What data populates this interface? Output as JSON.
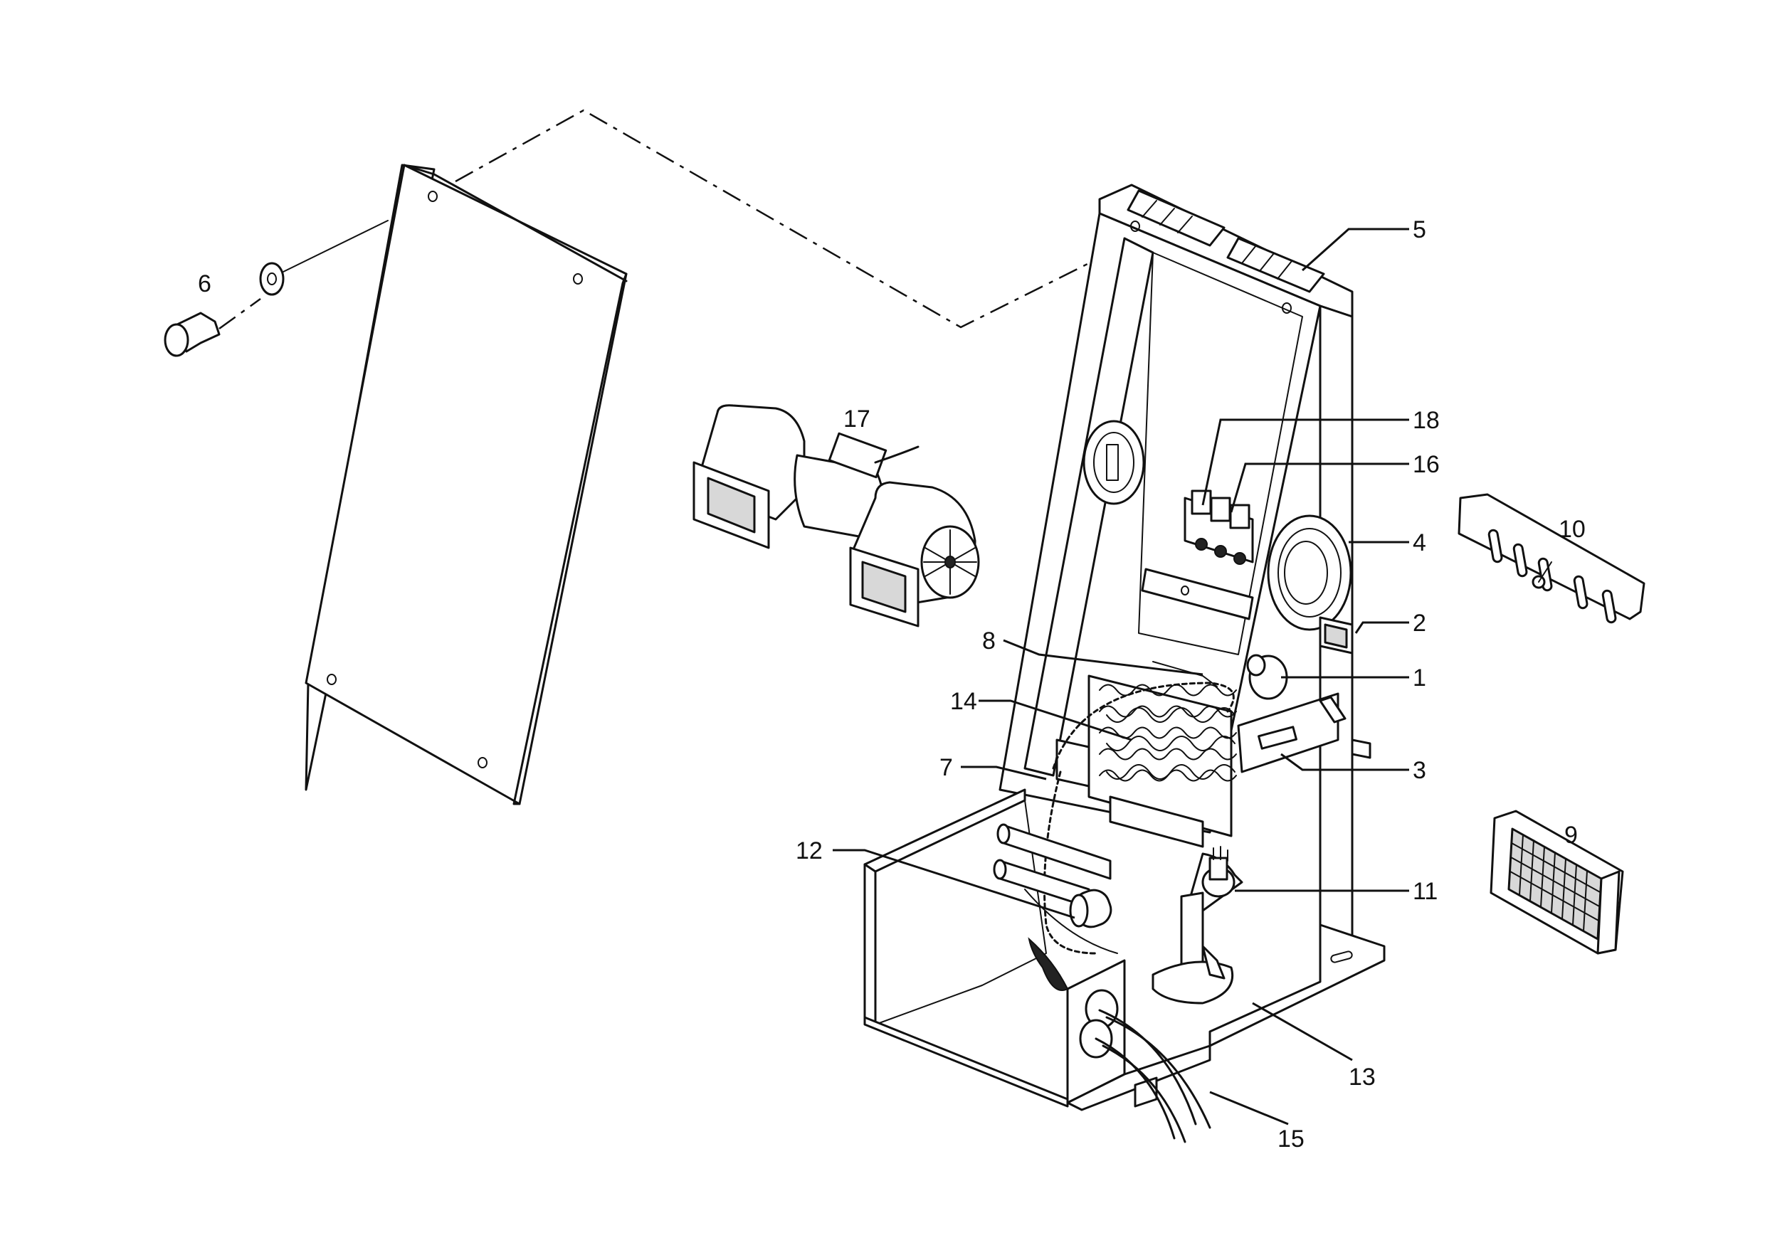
{
  "diagram": {
    "callouts": [
      {
        "id": "1",
        "label": "1"
      },
      {
        "id": "2",
        "label": "2"
      },
      {
        "id": "3",
        "label": "3"
      },
      {
        "id": "4",
        "label": "4"
      },
      {
        "id": "5",
        "label": "5"
      },
      {
        "id": "6",
        "label": "6"
      },
      {
        "id": "7",
        "label": "7"
      },
      {
        "id": "8",
        "label": "8"
      },
      {
        "id": "9",
        "label": "9"
      },
      {
        "id": "10",
        "label": "10"
      },
      {
        "id": "11",
        "label": "11"
      },
      {
        "id": "12",
        "label": "12"
      },
      {
        "id": "13",
        "label": "13"
      },
      {
        "id": "14",
        "label": "14"
      },
      {
        "id": "15",
        "label": "15"
      },
      {
        "id": "16",
        "label": "16"
      },
      {
        "id": "17",
        "label": "17"
      },
      {
        "id": "18",
        "label": "18"
      }
    ],
    "colors": {
      "line": "#111111",
      "background": "#ffffff",
      "shade": "#d8d8d8"
    }
  }
}
